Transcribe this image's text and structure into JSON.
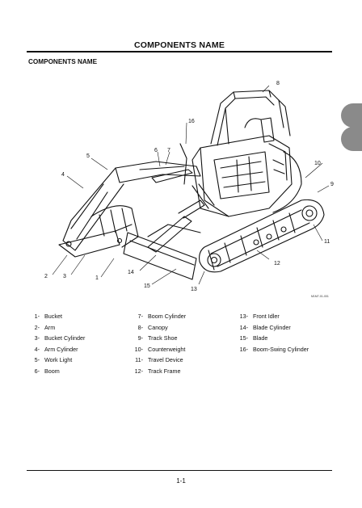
{
  "page": {
    "title": "COMPONENTS NAME",
    "section_title": "COMPONENTS NAME",
    "page_number": "1-1"
  },
  "figure": {
    "code": "M1M7-01-001",
    "callouts": [
      "1",
      "2",
      "3",
      "4",
      "5",
      "6",
      "7",
      "8",
      "9",
      "10",
      "11",
      "12",
      "13",
      "14",
      "15",
      "16"
    ]
  },
  "legend": {
    "col1": [
      {
        "num": "1-",
        "label": "Bucket"
      },
      {
        "num": "2-",
        "label": "Arm"
      },
      {
        "num": "3-",
        "label": "Bucket Cylinder"
      },
      {
        "num": "4-",
        "label": "Arm Cylinder"
      },
      {
        "num": "5-",
        "label": "Work Light"
      },
      {
        "num": "6-",
        "label": "Boom"
      }
    ],
    "col2": [
      {
        "num": "7-",
        "label": "Boom Cylinder"
      },
      {
        "num": "8-",
        "label": "Canopy"
      },
      {
        "num": "9-",
        "label": "Track Shoe"
      },
      {
        "num": "10-",
        "label": "Counterweight"
      },
      {
        "num": "11-",
        "label": "Travel Device"
      },
      {
        "num": "12-",
        "label": "Track Frame"
      }
    ],
    "col3": [
      {
        "num": "13-",
        "label": "Front Idler"
      },
      {
        "num": "14-",
        "label": "Blade Cylinder"
      },
      {
        "num": "15-",
        "label": "Blade"
      },
      {
        "num": "16-",
        "label": "Boom-Swing Cylinder"
      }
    ]
  },
  "colors": {
    "ink": "#111111",
    "tab_gray": "#8a8a8a",
    "paper": "#ffffff"
  }
}
